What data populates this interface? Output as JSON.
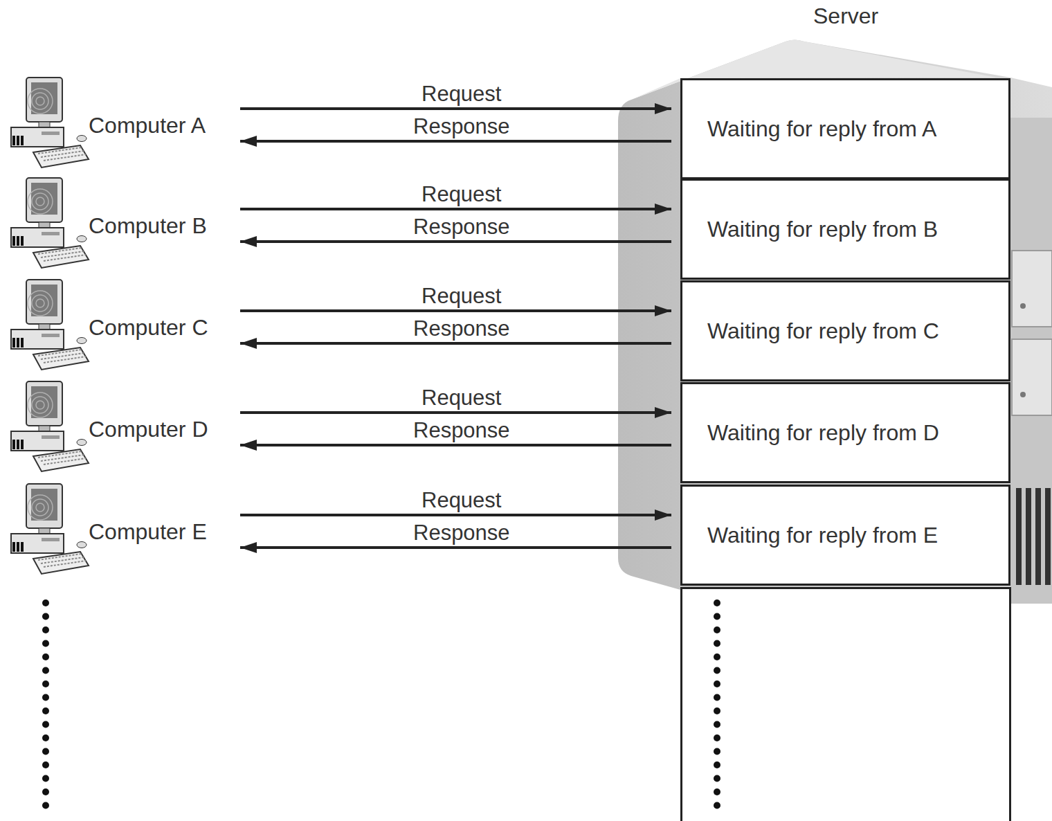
{
  "diagram": {
    "nodes": [
      {
        "text": [
          "Computer A"
        ]
      },
      {
        "text": [
          "Computer B"
        ]
      },
      {
        "text": [
          "Computer C"
        ]
      },
      {
        "text": [
          "Computer D"
        ]
      },
      {
        "text": [
          "Computer E"
        ]
      },
      {
        "text": [
          "Server"
        ]
      },
      {
        "text": [
          "Waiting for reply from A"
        ],
        "in": 5
      },
      {
        "text": [
          "Waiting for reply from B"
        ],
        "in": 5
      },
      {
        "text": [
          "Waiting for reply from C"
        ],
        "in": 5
      },
      {
        "text": [
          "Waiting for reply from D"
        ],
        "in": 5
      },
      {
        "text": [
          "Waiting for reply from E"
        ],
        "in": 5
      }
    ],
    "edges": [
      {
        "from": 0,
        "to": 6,
        "arrow": "to",
        "label": "Request"
      },
      {
        "from": 6,
        "to": 0,
        "arrow": "to",
        "label": "Response"
      },
      {
        "from": 1,
        "to": 7,
        "arrow": "to",
        "label": "Request"
      },
      {
        "from": 7,
        "to": 1,
        "arrow": "to",
        "label": "Response"
      },
      {
        "from": 2,
        "to": 8,
        "arrow": "to",
        "label": "Request"
      },
      {
        "from": 8,
        "to": 2,
        "arrow": "to",
        "label": "Response"
      },
      {
        "from": 3,
        "to": 9,
        "arrow": "to",
        "label": "Request"
      },
      {
        "from": 9,
        "to": 3,
        "arrow": "to",
        "label": "Response"
      },
      {
        "from": 4,
        "to": 10,
        "arrow": "to",
        "label": "Request"
      },
      {
        "from": 10,
        "to": 4,
        "arrow": "to",
        "label": "Response"
      }
    ]
  }
}
